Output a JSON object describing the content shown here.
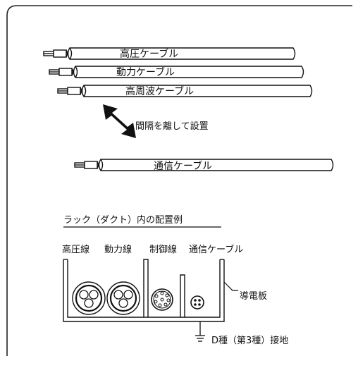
{
  "cables": [
    {
      "label": "高圧ケーブル"
    },
    {
      "label": "動力ケーブル"
    },
    {
      "label": "高周波ケーブル"
    }
  ],
  "separation_note": "間隔を離して設置",
  "comm_cable": {
    "label": "通信ケーブル"
  },
  "rack_title": "ラック（ダクト）内の配置例",
  "rack_labels": {
    "high_voltage": "高圧線",
    "power": "動力線",
    "control": "制御線",
    "comm": "通信ケーブル",
    "shield_plate": "導電板"
  },
  "ground_label": "D種（第3種）接地"
}
